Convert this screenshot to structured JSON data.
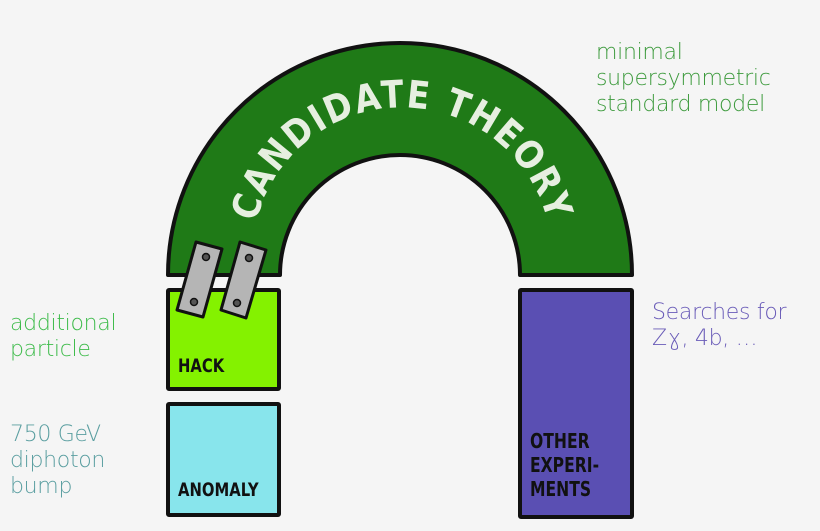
{
  "diagram": {
    "arch": {
      "label": "CANDIDATE THEORY",
      "fill": "#1f7a17",
      "text_color": "#e6efe0"
    },
    "boxes": {
      "hack": {
        "label": "HACK",
        "fill": "#84f200"
      },
      "anomaly": {
        "label": "ANOMALY",
        "fill": "#88e5ec"
      },
      "other": {
        "label": "OTHER\nEXPERI-\nMENTS",
        "fill": "#5a4fb3"
      }
    },
    "annotations": {
      "mssm": {
        "text": "minimal\nsupersymmetric\nstandard model",
        "color": "#3c9a3c"
      },
      "additional": {
        "text": "additional\nparticle",
        "color": "#3dbb4a"
      },
      "bump": {
        "text": "750 GeV\ndiphoton\nbump",
        "color": "#5a9ea0"
      },
      "searches": {
        "text": "Searches for\nZɣ, 4b, …",
        "color": "#6a5cb8"
      }
    },
    "brackets": {
      "fill": "#b5b5b5",
      "count": 2
    }
  }
}
